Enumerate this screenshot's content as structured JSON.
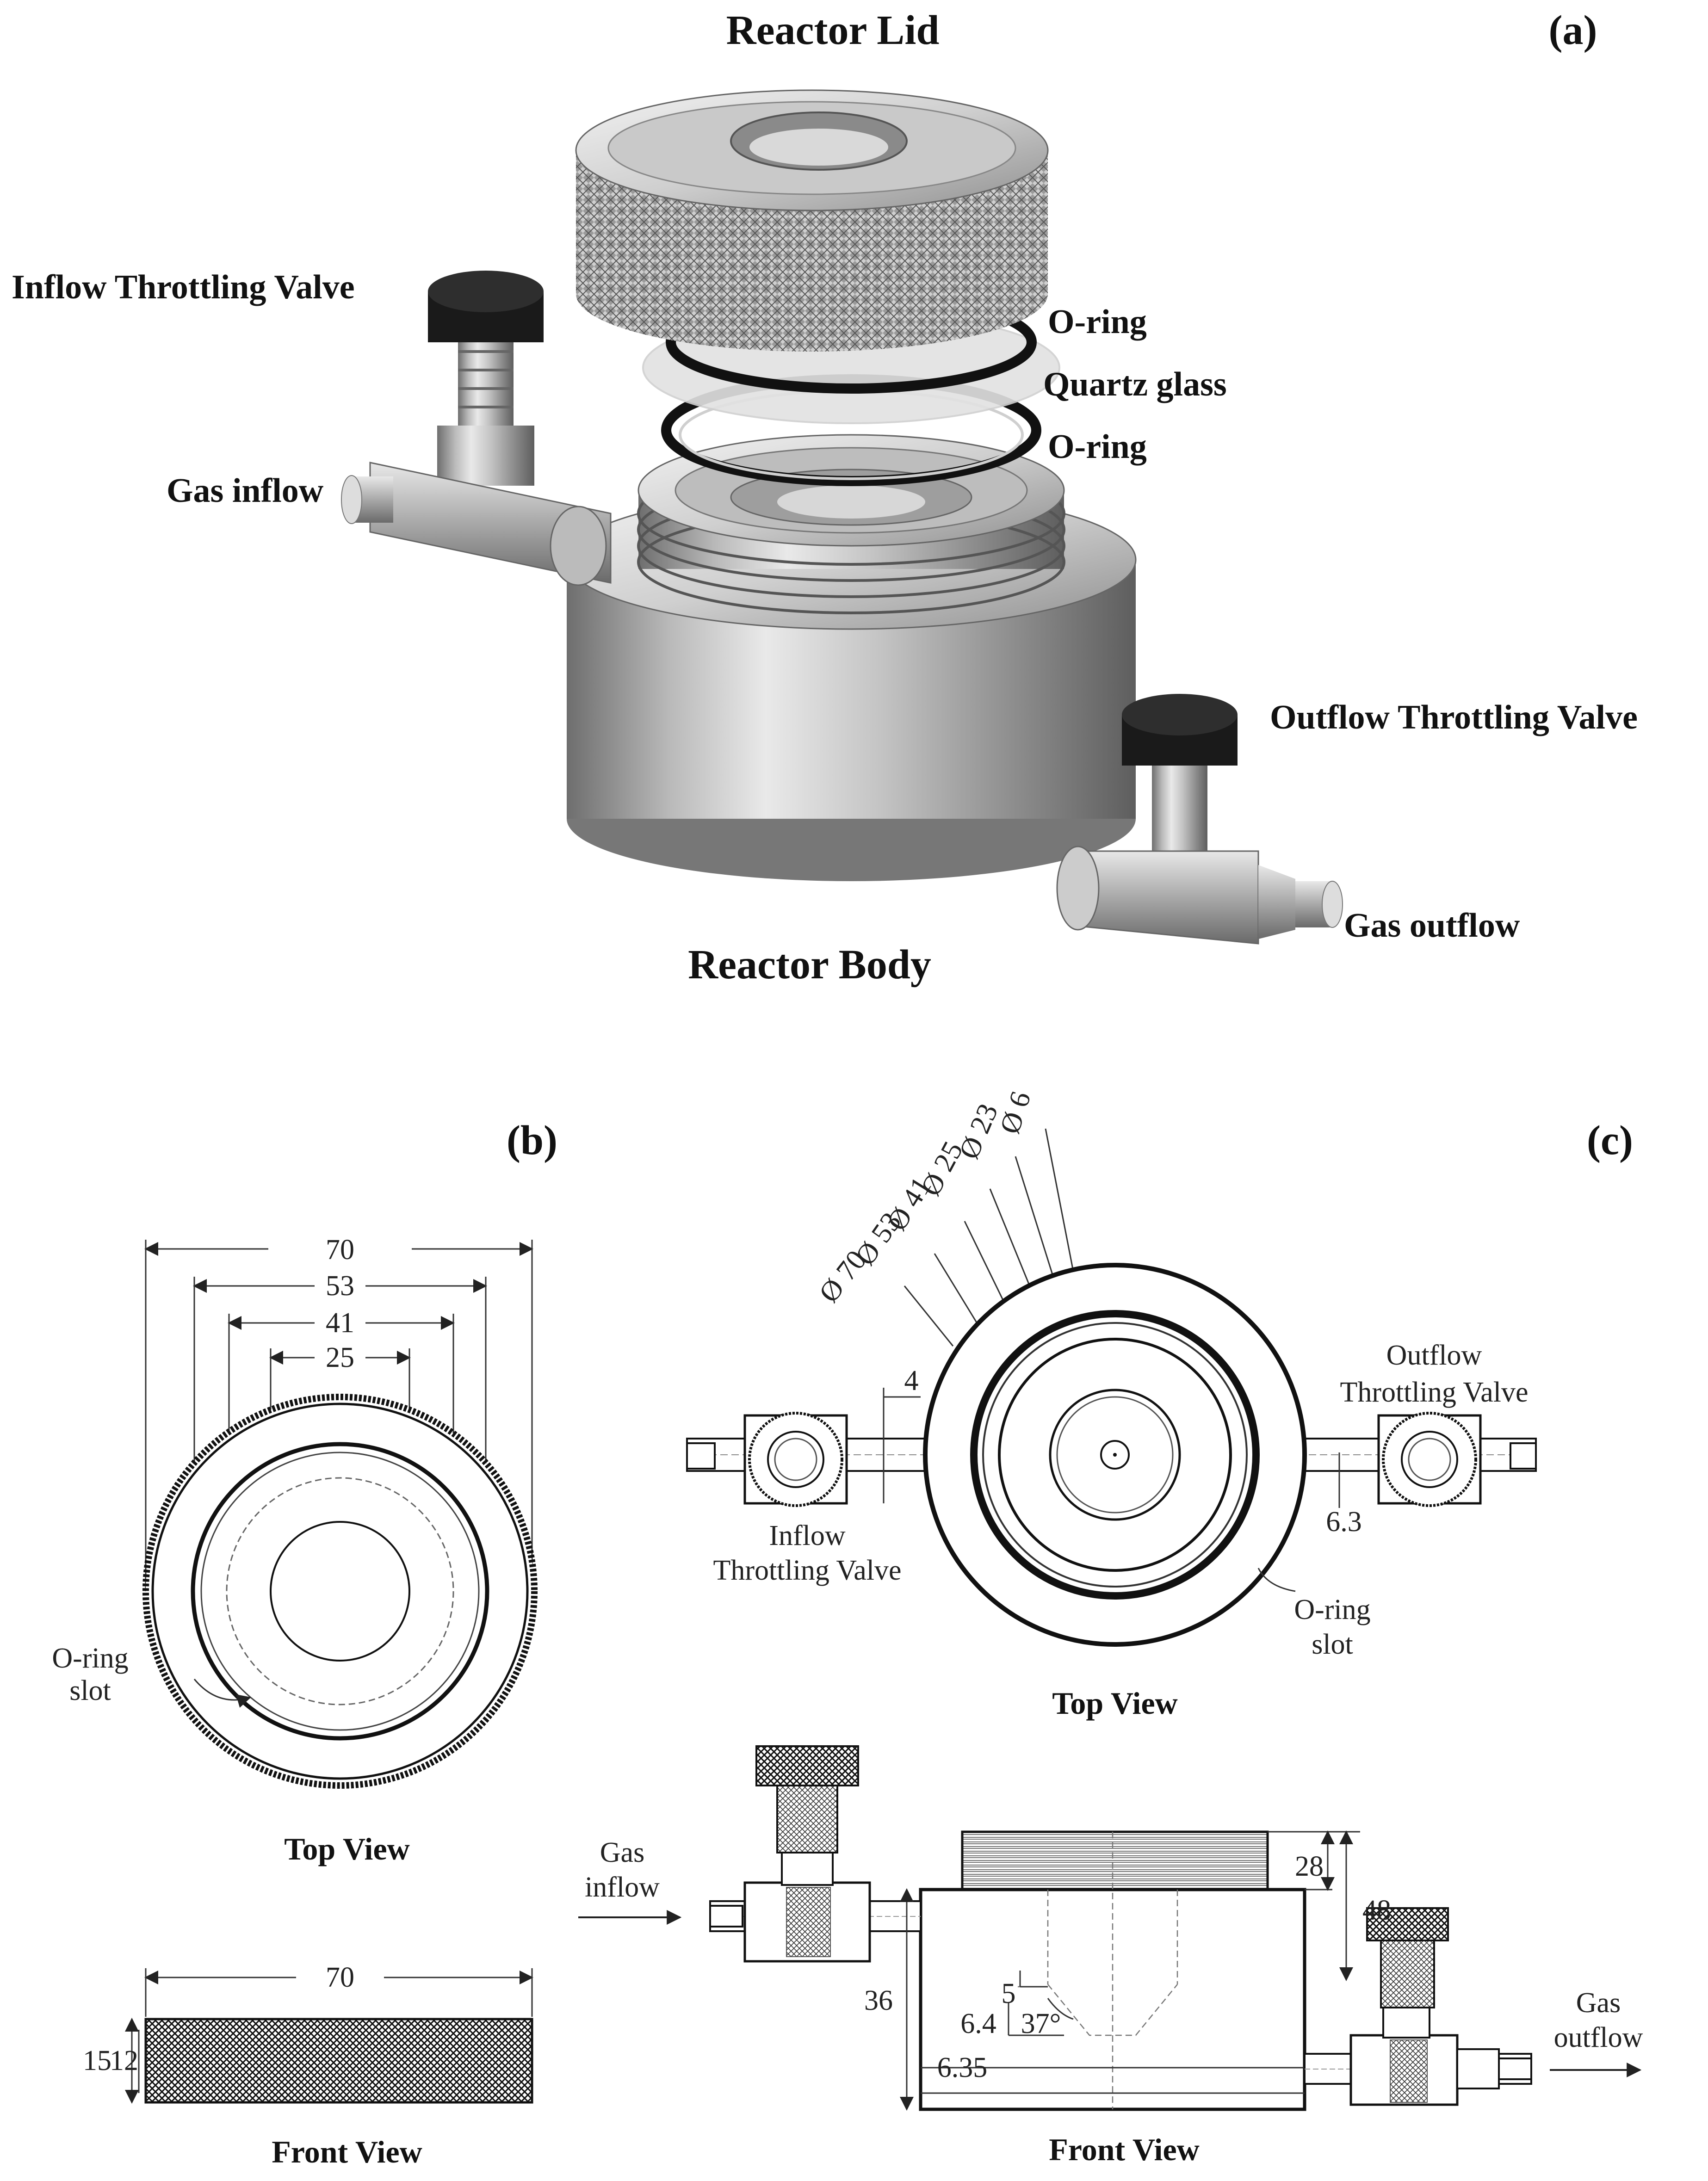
{
  "panel_a": {
    "tag": "(a)",
    "reactor_lid": "Reactor Lid",
    "reactor_body": "Reactor Body",
    "inflow_valve": "Inflow Throttling Valve",
    "outflow_valve": "Outflow Throttling Valve",
    "gas_inflow": "Gas inflow",
    "gas_outflow": "Gas outflow",
    "o_ring_upper": "O-ring",
    "quartz_glass": "Quartz glass",
    "o_ring_lower": "O-ring"
  },
  "panel_b": {
    "tag": "(b)",
    "dim_70": "70",
    "dim_53": "53",
    "dim_41": "41",
    "dim_25": "25",
    "o_ring_slot_1": "O-ring",
    "o_ring_slot_2": "slot",
    "top_view": "Top View",
    "front_dim_70": "70",
    "front_dim_15": "15",
    "front_dim_12": "12",
    "front_view": "Front View"
  },
  "panel_c": {
    "tag": "(c)",
    "dia_6": "Ø 6",
    "dia_23": "Ø 23",
    "dia_25": "Ø 25",
    "dia_41": "Ø 41",
    "dia_53": "Ø 53",
    "dia_70": "Ø 70",
    "dim_4": "4",
    "dim_6_3": "6.3",
    "outflow_1": "Outflow",
    "outflow_2": "Throttling Valve",
    "inflow_1": "Inflow",
    "inflow_2": "Throttling Valve",
    "o_ring_slot_1": "O-ring",
    "o_ring_slot_2": "slot",
    "top_view": "Top View",
    "gas_inflow_1": "Gas",
    "gas_inflow_2": "inflow",
    "gas_outflow_1": "Gas",
    "gas_outflow_2": "outflow",
    "dim_28": "28",
    "dim_48": "48",
    "dim_36": "36",
    "dim_5": "5",
    "dim_6_4": "6.4",
    "dim_37deg": "37°",
    "dim_6_35": "6.35",
    "front_view": "Front View"
  }
}
